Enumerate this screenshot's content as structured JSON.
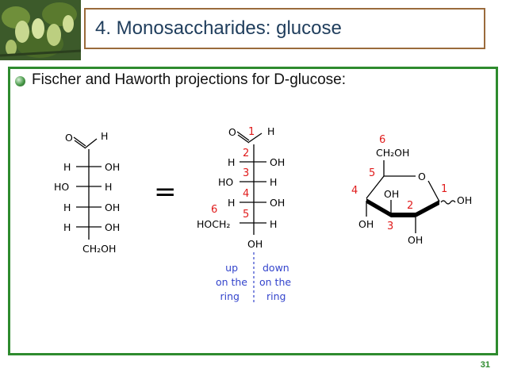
{
  "slide": {
    "title": "4.  Monosaccharides:  glucose",
    "bullet": "Fischer and Haworth projections for D-glucose:",
    "page_number": "31"
  },
  "colors": {
    "title_border": "#9a6b3c",
    "title_text": "#1f3d5c",
    "content_border": "#2e8b2e",
    "carbon_numbers": "#e01b1b",
    "annotation_text": "#3344cc"
  },
  "fischer_plain": {
    "top_o": "O",
    "top_h": "H",
    "rows": [
      {
        "left": "H",
        "right": "OH"
      },
      {
        "left": "HO",
        "right": "H"
      },
      {
        "left": "H",
        "right": "OH"
      },
      {
        "left": "H",
        "right": "OH"
      }
    ],
    "bottom": "CH₂OH"
  },
  "equals_sign": "=",
  "fischer_numbered": {
    "top_o": "O",
    "top_h": "H",
    "numbers": [
      "1",
      "2",
      "3",
      "4",
      "5",
      "6"
    ],
    "rows": [
      {
        "left": "H",
        "right": "OH"
      },
      {
        "left": "HO",
        "right": "H"
      },
      {
        "left": "H",
        "right": "OH"
      },
      {
        "left": "HOCH₂",
        "right": "H"
      }
    ],
    "bottom": "OH",
    "annotation_left": [
      "up",
      "on the",
      "ring"
    ],
    "annotation_right": [
      "down",
      "on the",
      "ring"
    ]
  },
  "haworth": {
    "ch2oh": "CH₂OH",
    "ring_o": "O",
    "c1_oh": "OH",
    "c4_oh": "OH",
    "c3_oh": "OH",
    "c2_oh": "OH",
    "numbers": [
      "6",
      "5",
      "4",
      "1",
      "2",
      "3"
    ]
  }
}
